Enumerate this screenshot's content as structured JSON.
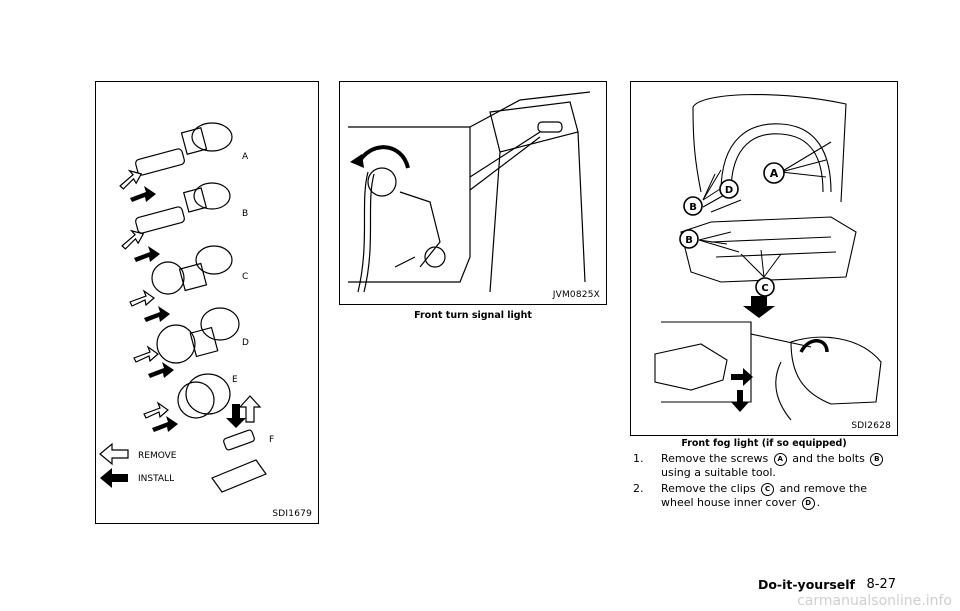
{
  "panel1": {
    "code": "SDI1679",
    "labels": [
      "A",
      "B",
      "C",
      "D",
      "E",
      "F"
    ],
    "legend": {
      "remove": "REMOVE",
      "install": "INSTALL"
    }
  },
  "panel2": {
    "code": "JVM0825X",
    "caption": "Front turn signal light"
  },
  "panel3": {
    "code": "SDI2628",
    "caption": "Front fog light (if so equipped)",
    "callouts": [
      "A",
      "B",
      "C",
      "D"
    ]
  },
  "steps": [
    {
      "num": "1.",
      "t1": "Remove the screws",
      "c1": "A",
      "t2": "and the bolts",
      "c2": "B",
      "t3": "using a suitable tool."
    },
    {
      "num": "2.",
      "t1": "Remove the clips",
      "c1": "C",
      "t2": "and remove the wheel house inner cover",
      "c2": "D",
      "t3": "."
    }
  ],
  "footer": {
    "section": "Do-it-yourself",
    "page": "8-27"
  },
  "watermark": "carmanualsonline.info"
}
